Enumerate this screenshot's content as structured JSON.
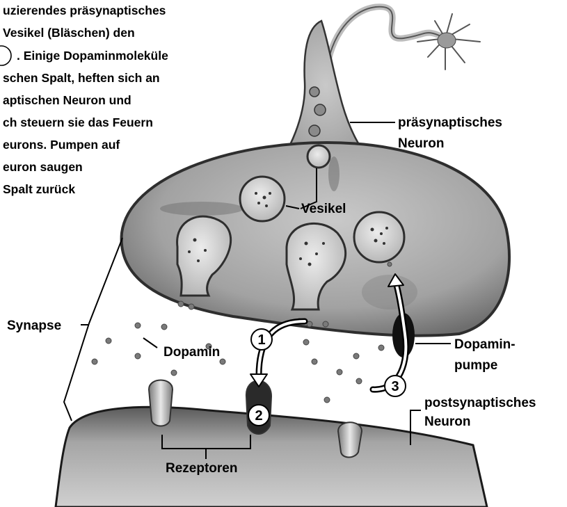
{
  "caption": {
    "lines": [
      "uzierendes präsynaptisches",
      "Vesikel (Bläschen) den",
      ". Einige Dopaminmoleküle",
      "schen Spalt, heften sich an",
      "aptischen Neuron und",
      "ch steuern sie das Feuern",
      "eurons. Pumpen auf",
      "euron saugen",
      "Spalt zurück"
    ]
  },
  "labels": {
    "presynaptic": [
      "präsynaptisches",
      "Neuron"
    ],
    "vesicle": "Vesikel",
    "synapse": "Synapse",
    "dopamine": "Dopamin",
    "pump": [
      "Dopamin-",
      "pumpe"
    ],
    "postsynaptic": [
      "postsynaptisches",
      "Neuron"
    ],
    "receptors": "Rezeptoren"
  },
  "steps": [
    "1",
    "2",
    "3"
  ],
  "colors": {
    "membrane": "#3a3a3a",
    "cytoplasm": "#a9a9a9",
    "postsynaptic": "#8c8c8c",
    "ink": "#000000",
    "paper": "#ffffff"
  }
}
